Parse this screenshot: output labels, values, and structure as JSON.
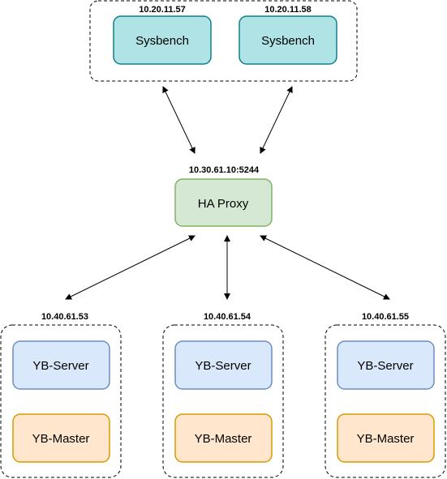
{
  "clients": {
    "hosts": [
      {
        "ip": "10.20.11.57",
        "label": "Sysbench"
      },
      {
        "ip": "10.20.11.58",
        "label": "Sysbench"
      }
    ]
  },
  "proxy": {
    "ip": "10.30.61.10:5244",
    "label": "HA Proxy"
  },
  "nodes": [
    {
      "ip": "10.40.61.53",
      "server_label": "YB-Server",
      "master_label": "YB-Master"
    },
    {
      "ip": "10.40.61.54",
      "server_label": "YB-Server",
      "master_label": "YB-Master"
    },
    {
      "ip": "10.40.61.55",
      "server_label": "YB-Server",
      "master_label": "YB-Master"
    }
  ],
  "colors": {
    "sysbench_fill": "#b0e3e6",
    "sysbench_stroke": "#0e8088",
    "proxy_fill": "#d5e8d4",
    "proxy_stroke": "#82b366",
    "server_fill": "#dae8fc",
    "server_stroke": "#6c8ebf",
    "master_fill": "#ffe6cc",
    "master_stroke": "#d79b00"
  }
}
